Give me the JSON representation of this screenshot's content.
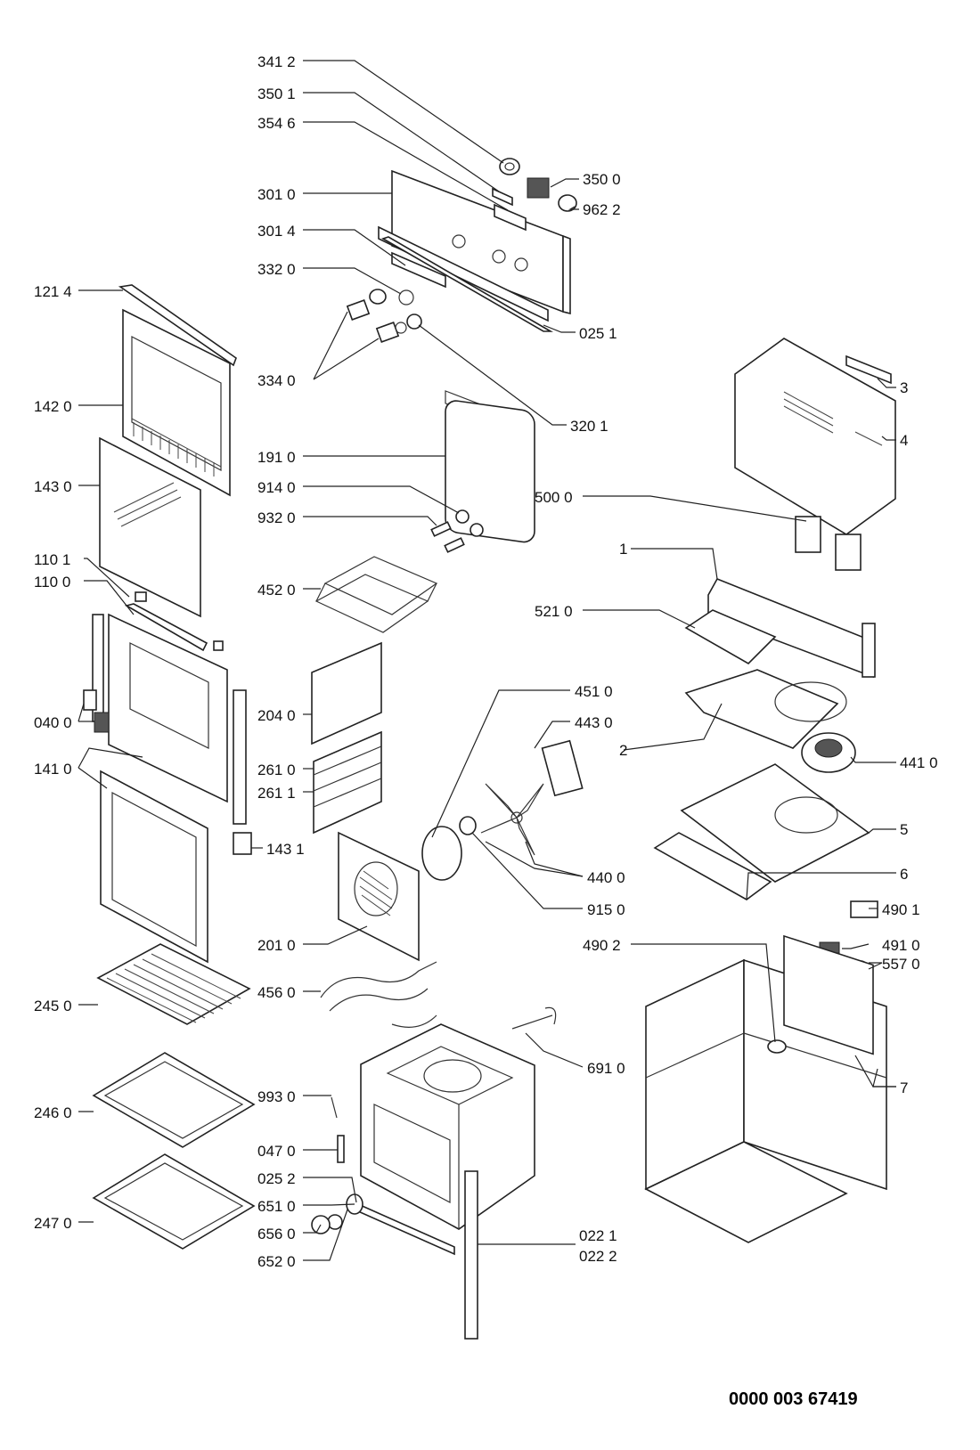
{
  "document_number": "0000 003 67419",
  "labels": {
    "l3412": "341 2",
    "l3501": "350 1",
    "l3546": "354 6",
    "l3500": "350 0",
    "l9622": "962 2",
    "l3010": "301 0",
    "l3014": "301 4",
    "l3320": "332 0",
    "l1214": "121 4",
    "l0251": "025 1",
    "l3340": "334 0",
    "l3201": "320 1",
    "l1420": "142 0",
    "l1910": "191 0",
    "l1430": "143 0",
    "l9140": "914 0",
    "l9320": "932 0",
    "l1101": "110 1",
    "l1100": "110 0",
    "l4520": "452 0",
    "l3": "3",
    "l4": "4",
    "l5000": "500 0",
    "l1": "1",
    "l5210": "521 0",
    "l4510": "451 0",
    "l4430": "443 0",
    "l2040": "204 0",
    "l0400": "040 0",
    "l2": "2",
    "l4410": "441 0",
    "l1410": "141 0",
    "l2610": "261 0",
    "l2611": "261 1",
    "l5": "5",
    "l1431": "143 1",
    "l6": "6",
    "l4400": "440 0",
    "l9150": "915 0",
    "l4901": "490 1",
    "l2010": "201 0",
    "l4902": "490 2",
    "l4910": "491 0",
    "l5570": "557 0",
    "l4560": "456 0",
    "l2450": "245 0",
    "l6910": "691 0",
    "l7": "7",
    "l9930": "993 0",
    "l2460": "246 0",
    "l0470": "047 0",
    "l0252": "025 2",
    "l6510": "651 0",
    "l2470": "247 0",
    "l6560": "656 0",
    "l6520": "652 0",
    "l0221": "022 1",
    "l0222": "022 2"
  }
}
